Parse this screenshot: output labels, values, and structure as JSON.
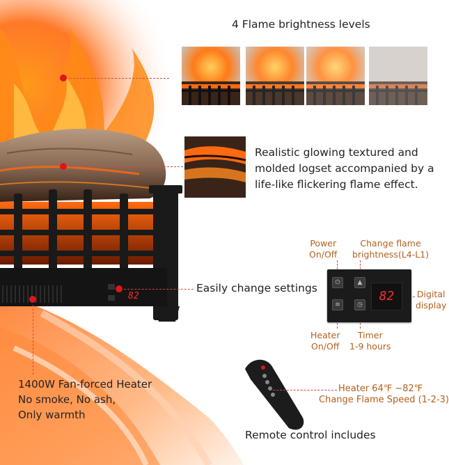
{
  "title": "4 Flame brightness levels",
  "logset_description": "Realistic glowing textured and molded logset accompanied by a life-like flickering flame effect.",
  "settings_label": "Easily change settings",
  "heater_lines": [
    "1400W Fan-forced Heater",
    "No smoke, No ash,",
    "Only warmth"
  ],
  "remote_label": "Remote control includes",
  "unit_display_value": "82",
  "panel": {
    "power_label": "Power\nOn/Off",
    "power_l1": "Power",
    "power_l2": "On/Off",
    "flame_l1": "Change flame",
    "flame_l2": "brightness(L4-L1)",
    "digital_l1": "Digital",
    "digital_l2": "display",
    "heater_l1": "Heater",
    "heater_l2": "On/Off",
    "timer_l1": "Timer",
    "timer_l2": "1-9 hours",
    "display_value": "82"
  },
  "remote": {
    "line1": "Heater 64℉ ~82℉",
    "line2": "Change Flame Speed (1-2-3)"
  },
  "brightness_levels": [
    1,
    0.8,
    0.6,
    0.4
  ],
  "colors": {
    "accent_red": "#e0151c",
    "label_orange": "#b45f1b",
    "display_red": "#ff2a2a"
  }
}
